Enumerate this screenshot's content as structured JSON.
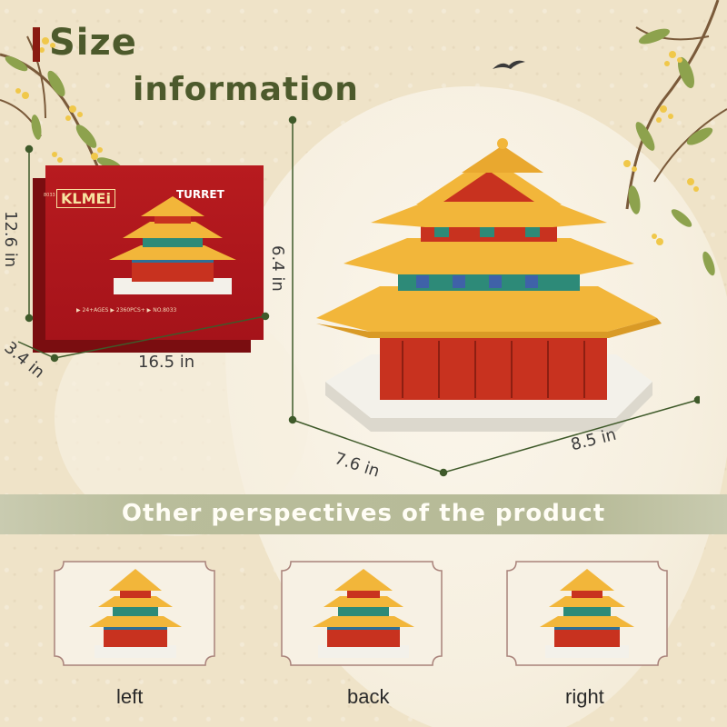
{
  "header": {
    "title_line1": "Size",
    "title_line2": "information"
  },
  "package": {
    "brand": "KLMEi",
    "product": "TURRET",
    "info_text": "▶ 24+AGES  ▶ 2360PCS+  ▶ NO.8033",
    "side_label": "8033",
    "dimensions": {
      "height": "12.6 in",
      "width": "16.5 in",
      "depth": "3.4 in"
    }
  },
  "model": {
    "dimensions": {
      "height": "6.4 in",
      "depth": "7.6 in",
      "width": "8.5 in"
    }
  },
  "perspectives": {
    "heading": "Other perspectives of the product",
    "views": [
      {
        "label": "left"
      },
      {
        "label": "back"
      },
      {
        "label": "right"
      }
    ]
  },
  "colors": {
    "title_green": "#4d5a2c",
    "accent_red": "#8a1b12",
    "roof_yellow": "#f2b63a",
    "wall_red": "#c8321f",
    "band_green": "#b6ba97",
    "dimension_line": "#3f5a2a"
  }
}
